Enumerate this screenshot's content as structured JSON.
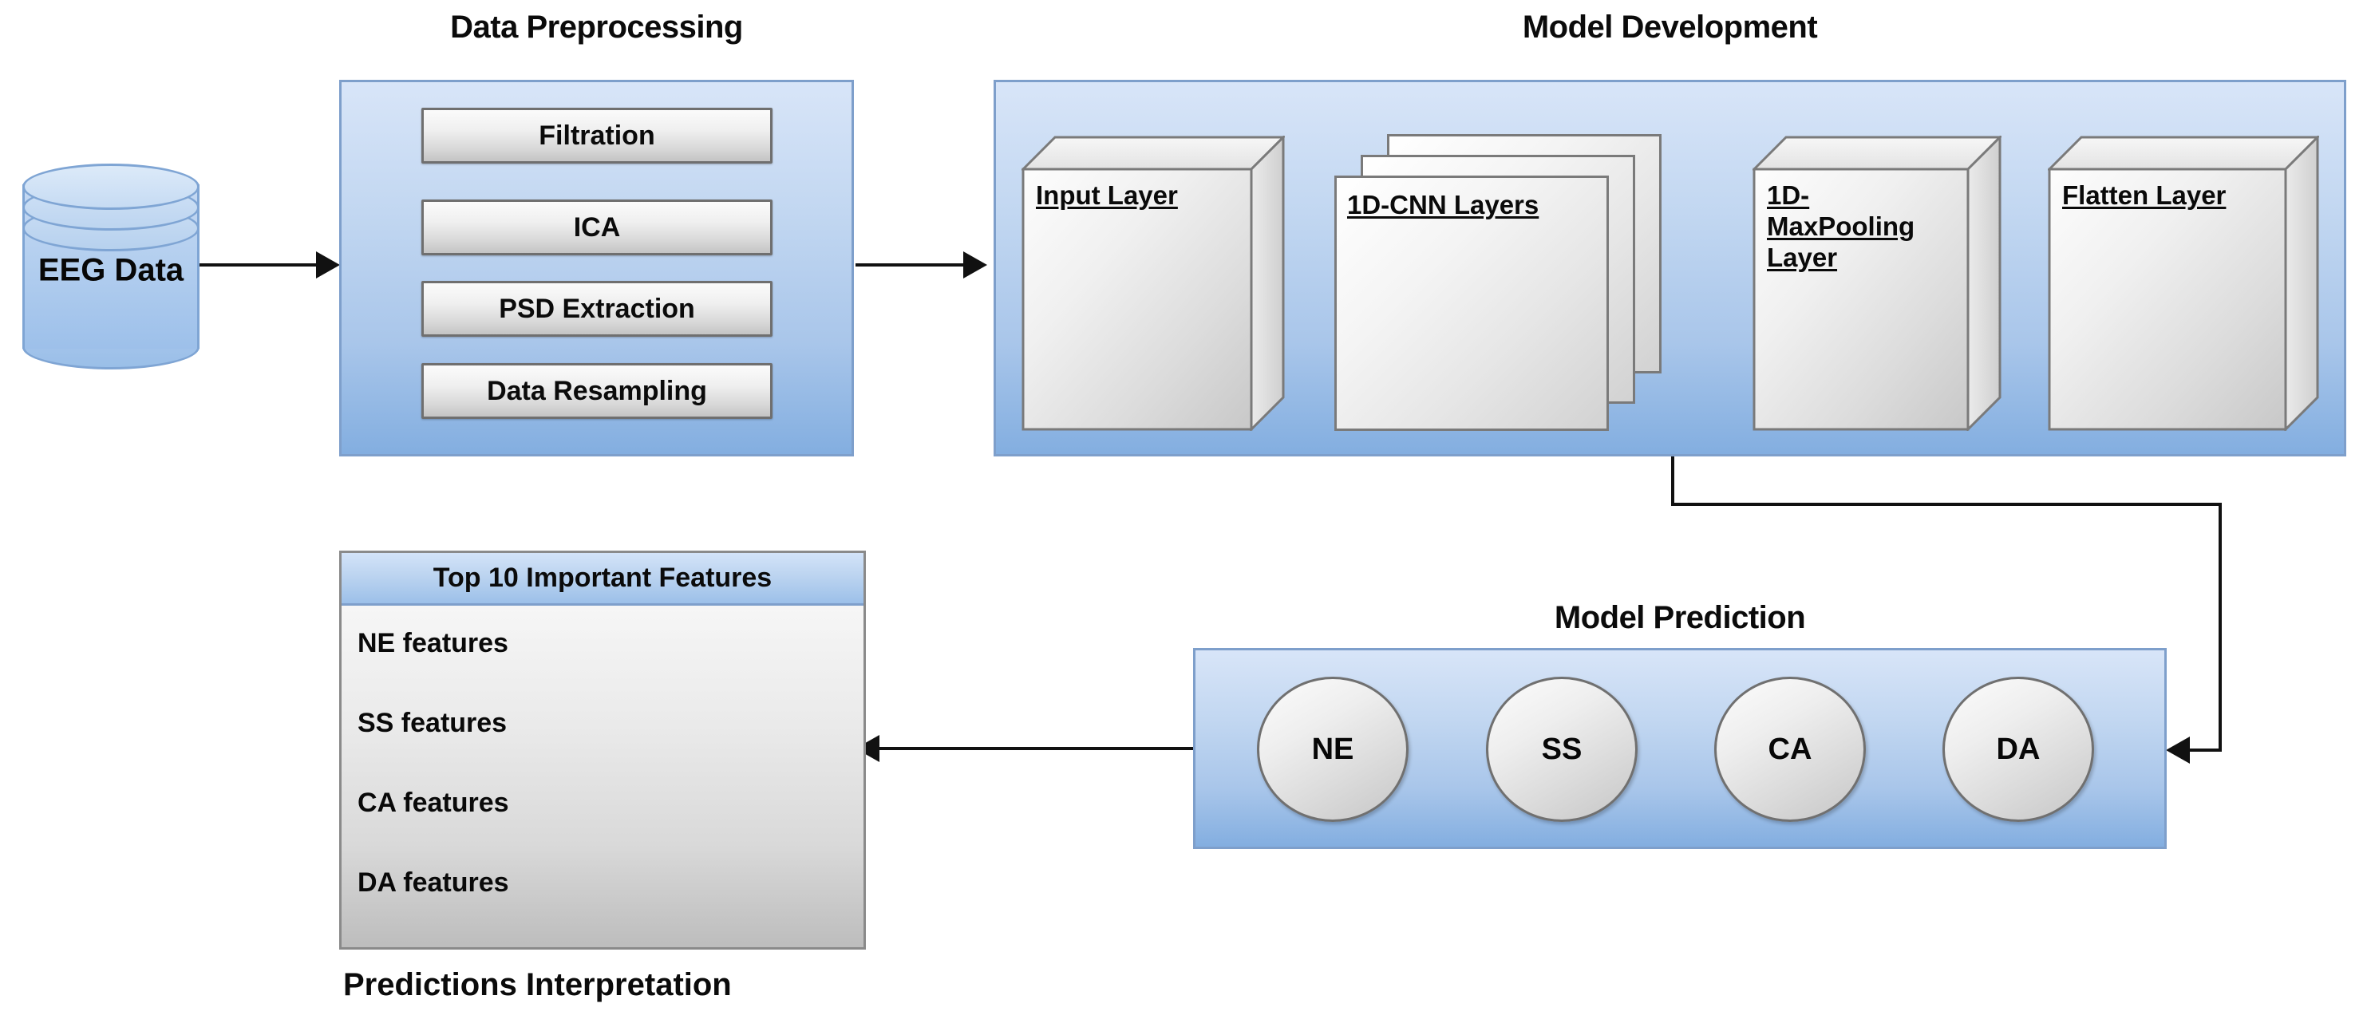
{
  "sections": {
    "preprocessing_title": "Data Preprocessing",
    "model_dev_title": "Model Development",
    "model_pred_title": "Model Prediction",
    "interpretation_caption": "Predictions Interpretation"
  },
  "source": {
    "label": "EEG Data",
    "shape": "cylinder-database"
  },
  "preprocessing": {
    "steps": [
      {
        "label": "Filtration"
      },
      {
        "label": "ICA"
      },
      {
        "label": "PSD Extraction"
      },
      {
        "label": "Data Resampling"
      }
    ]
  },
  "model_development": {
    "layers": [
      {
        "label": "Input Layer",
        "shape": "3d-box"
      },
      {
        "label": "1D-CNN Layers",
        "shape": "stacked-sheets"
      },
      {
        "label": "1D-MaxPooling Layer",
        "shape": "3d-box"
      },
      {
        "label": "Flatten Layer",
        "shape": "3d-box"
      }
    ]
  },
  "model_prediction": {
    "classes": [
      {
        "label": "NE"
      },
      {
        "label": "SS"
      },
      {
        "label": "CA"
      },
      {
        "label": "DA"
      }
    ]
  },
  "features_card": {
    "header": "Top 10 Important Features",
    "rows": [
      {
        "label": "NE features"
      },
      {
        "label": "SS features"
      },
      {
        "label": "CA features"
      },
      {
        "label": "DA features"
      }
    ]
  },
  "colors": {
    "panel_blue_top": "#d8e5f8",
    "panel_blue_bottom": "#83aee0",
    "panel_border": "#7e9fcb",
    "shape_grey_light": "#fdfdfd",
    "shape_grey_dark": "#c4c4c4",
    "connector": "#111111",
    "text": "#0b0b0b"
  },
  "flow": [
    {
      "from": "EEG Data",
      "to": "Data Preprocessing",
      "direction": "right"
    },
    {
      "from": "Data Preprocessing",
      "to": "Model Development",
      "direction": "right"
    },
    {
      "from": "Model Development",
      "to": "Model Prediction",
      "direction": "down-right-left"
    },
    {
      "from": "Model Prediction",
      "to": "Top 10 Important Features",
      "direction": "left"
    }
  ]
}
